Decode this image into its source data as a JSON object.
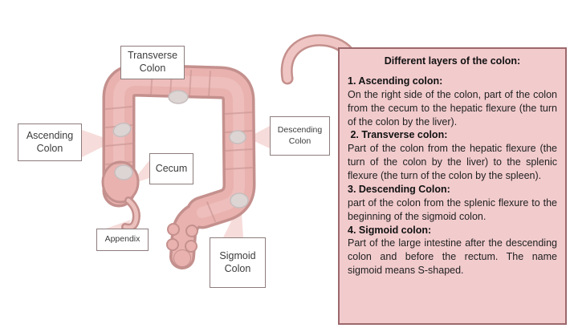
{
  "colors": {
    "colon_main": "#e9b2af",
    "colon_outline": "#c4908d",
    "colon_sheen": "#f2c9c6",
    "highlight_fill": "#ddd4d4",
    "leader_wedge": "#f6dcda",
    "panel_bg": "#f2cbcd",
    "panel_border": "#9c686c",
    "label_border": "#8d7c7d"
  },
  "labels": {
    "transverse": "Transverse Colon",
    "ascending": "Ascending Colon",
    "cecum": "Cecum",
    "descending": "Descending Colon",
    "appendix": "Appendix",
    "sigmoid": "Sigmoid Colon"
  },
  "panel": {
    "title": "Different layers of the colon:",
    "sections": [
      {
        "heading": "1. Ascending colon:",
        "body": "On the right side of the colon, part of the colon from the cecum to the hepatic flexure (the turn of the colon by the liver)."
      },
      {
        "heading": " 2. Transverse colon:",
        "body": "Part of the colon from the hepatic flexure (the turn of the colon by the liver) to the splenic flexure (the turn of the colon by the spleen)."
      },
      {
        "heading": "3. Descending Colon:",
        "body": "part of the colon from the splenic flexure to the beginning of the sigmoid colon."
      },
      {
        "heading": "4. Sigmoid colon:",
        "body": "Part of the large intestine after the descending colon and before the rectum. The name sigmoid means S-shaped."
      }
    ]
  }
}
